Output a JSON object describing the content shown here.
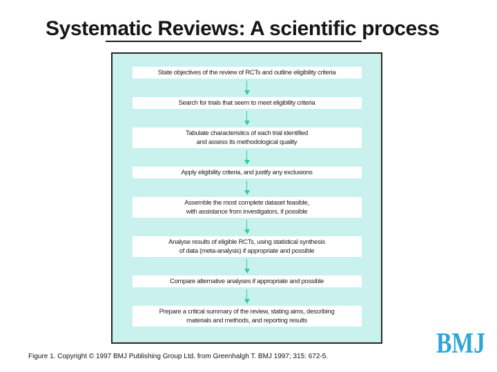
{
  "slide": {
    "title": "Systematic Reviews: A scientific process"
  },
  "figure": {
    "caption": "Figure 1. Copyright © 1997 BMJ Publishing Group Ltd. from Greenhalgh T. BMJ 1997; 315: 672-5.",
    "logo_text": "BMJ",
    "colors": {
      "panel_background": "#c9f2ee",
      "panel_border": "#252525",
      "box_background": "#ffffff",
      "arrow": "#38c9a2",
      "logo_blue": "#2da5d8"
    },
    "flowchart": {
      "type": "flowchart",
      "arrow_icon": "down-arrow",
      "steps": [
        {
          "lines": [
            "State objectives of the review of RCTs and outline eligibility criteria"
          ]
        },
        {
          "lines": [
            "Search for trials that seem to meet eligibility criteria"
          ]
        },
        {
          "lines": [
            "Tabulate characteristics of each trial identified",
            "and assess its methodological quality"
          ]
        },
        {
          "lines": [
            "Apply eligibility criteria, and justify any exclusions"
          ]
        },
        {
          "lines": [
            "Assemble the most complete dataset feasible,",
            "with assistance from investigators, if possible"
          ]
        },
        {
          "lines": [
            "Analyse results of eligible RCTs, using statistical synthesis",
            "of data (meta-analysis) if appropriate and possible"
          ]
        },
        {
          "lines": [
            "Compare alternative analyses if appropriate and possible"
          ]
        },
        {
          "lines": [
            "Prepare a critical summary of the review, stating aims, describing",
            "materials and methods, and reporting results"
          ]
        }
      ]
    }
  }
}
